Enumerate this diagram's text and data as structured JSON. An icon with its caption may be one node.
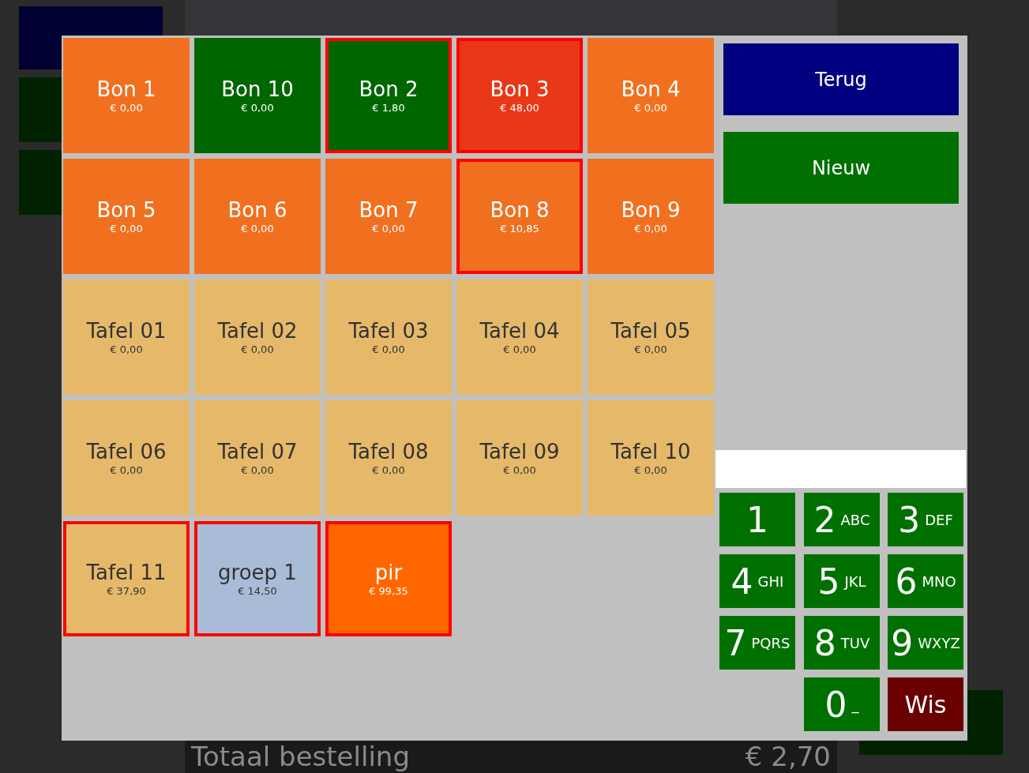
{
  "diagram": {
    "nodes": [
      {
        "text": [
          "Bon 1",
          "€ 0,00"
        ]
      },
      {
        "text": [
          "Bon 10",
          "€ 0,00"
        ]
      },
      {
        "text": [
          "Bon 2",
          "€ 1,80"
        ]
      },
      {
        "text": [
          "Bon 3",
          "€ 48,00"
        ]
      },
      {
        "text": [
          "Bon 4",
          "€ 0,00"
        ]
      },
      {
        "text": [
          "Bon 5",
          "€ 0,00"
        ]
      },
      {
        "text": [
          "Bon 6",
          "€ 0,00"
        ]
      },
      {
        "text": [
          "Bon 7",
          "€ 0,00"
        ]
      },
      {
        "text": [
          "Bon 8",
          "€ 10,85"
        ]
      },
      {
        "text": [
          "Bon 9",
          "€ 0,00"
        ]
      },
      {
        "text": [
          "Tafel 01",
          "€ 0,00"
        ]
      },
      {
        "text": [
          "Tafel 02",
          "€ 0,00"
        ]
      },
      {
        "text": [
          "Tafel 03",
          "€ 0,00"
        ]
      },
      {
        "text": [
          "Tafel 04",
          "€ 0,00"
        ]
      },
      {
        "text": [
          "Tafel 05",
          "€ 0,00"
        ]
      },
      {
        "text": [
          "Tafel 06",
          "€ 0,00"
        ]
      },
      {
        "text": [
          "Tafel 07",
          "€ 0,00"
        ]
      },
      {
        "text": [
          "Tafel 08",
          "€ 0,00"
        ]
      },
      {
        "text": [
          "Tafel 09",
          "€ 0,00"
        ]
      },
      {
        "text": [
          "Tafel 10",
          "€ 0,00"
        ]
      },
      {
        "text": [
          "Tafel 11",
          "€ 37,90"
        ]
      },
      {
        "text": [
          "groep 1",
          "€ 14,50"
        ]
      },
      {
        "text": [
          "pir",
          "€ 99,35"
        ]
      },
      {
        "text": [
          "Terug"
        ]
      },
      {
        "text": [
          "Nieuw"
        ]
      },
      {
        "text": [],
        "shape": "box"
      },
      {
        "text": [
          "1"
        ]
      },
      {
        "text": [
          "2",
          "ABC"
        ]
      },
      {
        "text": [
          "3",
          "DEF"
        ]
      },
      {
        "text": [
          "4",
          "GHI"
        ]
      },
      {
        "text": [
          "5",
          "JKL"
        ]
      },
      {
        "text": [
          "6",
          "MNO"
        ]
      },
      {
        "text": [
          "7",
          "PQRS"
        ]
      },
      {
        "text": [
          "8",
          "TUV"
        ]
      },
      {
        "text": [
          "9",
          "WXYZ"
        ]
      },
      {
        "text": [
          "0",
          "_"
        ]
      },
      {
        "text": [
          "Wis"
        ]
      }
    ],
    "edges": [],
    "labels": [
      "Totaal bestelling",
      "€ 2,70"
    ]
  }
}
